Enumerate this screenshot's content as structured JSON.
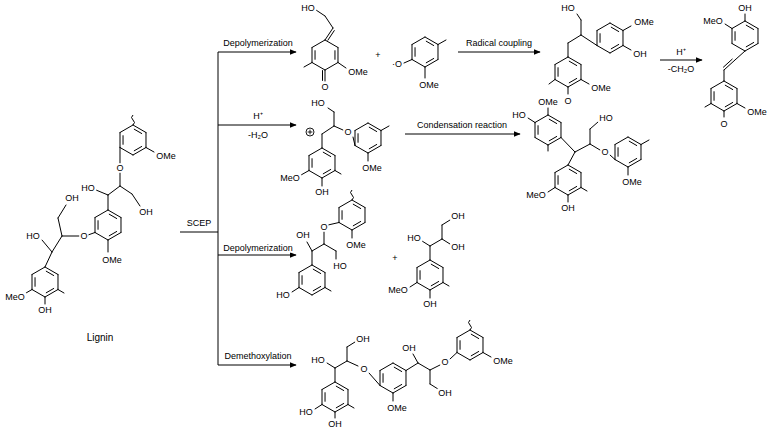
{
  "diagram": {
    "labels": [
      "OH",
      "HO",
      "O",
      "OMe",
      "MeO",
      "OH",
      "HO",
      "O",
      "OH",
      "OMe",
      "Lignin",
      "SCEP",
      "Depolymerization",
      "HO",
      "O",
      "OMe",
      "+",
      "·O",
      "OMe",
      "Radical coupling",
      "HO",
      "OMe",
      "OH",
      "OMe",
      "O",
      "H⁺",
      "-CH₂O",
      "OH",
      "MeO",
      "OMe",
      "O",
      "H⁺",
      "-H₂O",
      "HO",
      "O",
      "OMe",
      "MeO",
      "OH",
      "Condensation reaction",
      "OMe",
      "HO",
      "MeO",
      "OH",
      "HO",
      "O",
      "OMe",
      "Depolymerization",
      "OH",
      "O",
      "HO",
      "OMe",
      "HO",
      "+",
      "HO",
      "OH",
      "OH",
      "MeO",
      "OH",
      "Demethoxylation",
      "HO",
      "OH",
      "O",
      "HO",
      "OH",
      "OMe",
      "OH",
      "O",
      "OH",
      "OMe"
    ]
  }
}
